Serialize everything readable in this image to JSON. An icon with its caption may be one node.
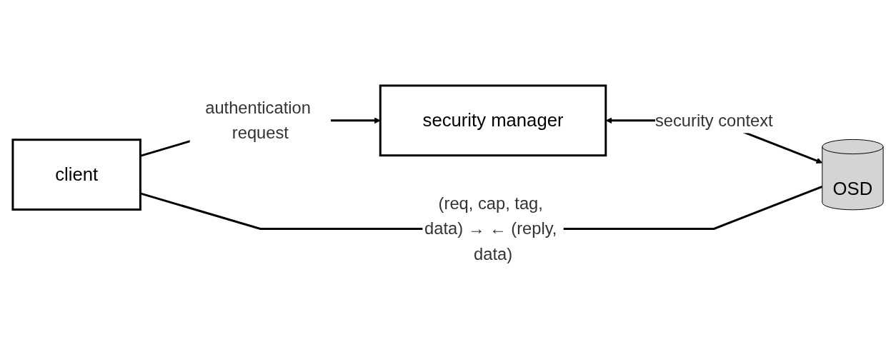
{
  "diagram": {
    "nodes": [
      {
        "text": [
          "client"
        ]
      },
      {
        "text": [
          "security manager"
        ]
      },
      {
        "text": [
          "OSD"
        ]
      }
    ],
    "edges": [
      {
        "from": 0,
        "to": 1,
        "arrow": "to",
        "label": "authentication request"
      },
      {
        "from": 1,
        "to": 2,
        "arrow": "both",
        "label": "security context"
      },
      {
        "from": 0,
        "to": 2,
        "arrow": "none",
        "label": "(req, cap, tag, data) → ← (reply, data)"
      }
    ]
  }
}
